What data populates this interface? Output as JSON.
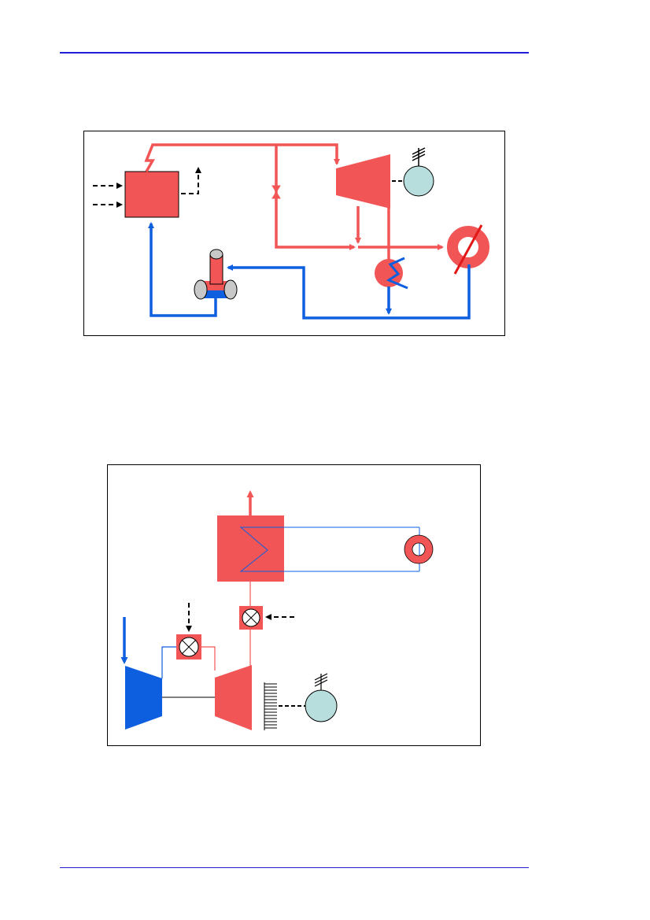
{
  "colors": {
    "steam_red": "#f25555",
    "water_blue": "#0d5fe0",
    "generator_fill": "#b7dedd",
    "page_rule": "#1f1fd6",
    "signal": "#000000",
    "tank_grey": "#c8c8c8"
  },
  "diagrams": [
    {
      "name": "steam-power-plant-cycle",
      "components": [
        "boiler",
        "steam-turbine",
        "generator",
        "condenser",
        "heat-consumer",
        "feedwater-pump",
        "throttle-valve"
      ]
    },
    {
      "name": "gas-turbine-heat-recovery",
      "components": [
        "compressor",
        "combustion-chamber",
        "gas-turbine",
        "generator",
        "heat-recovery-boiler",
        "heat-consumer",
        "fuel-valve"
      ]
    }
  ]
}
